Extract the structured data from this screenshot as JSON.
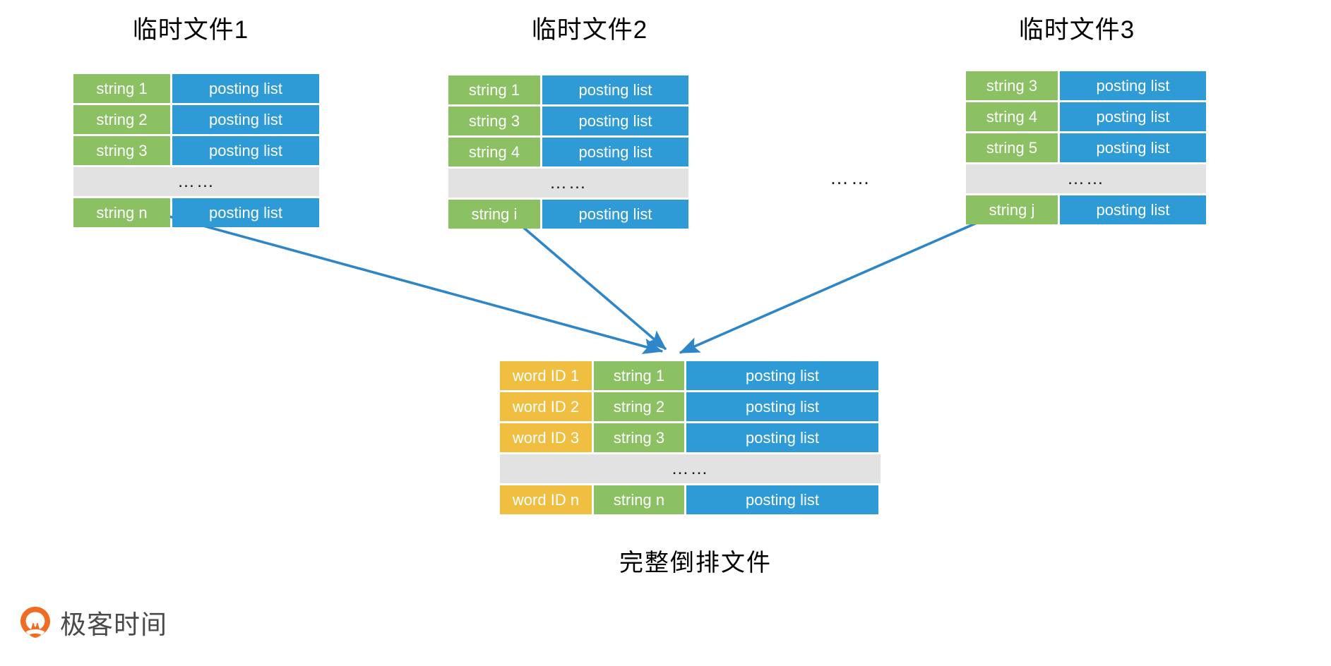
{
  "colors": {
    "green": "#8cc163",
    "blue": "#2e9bd6",
    "yellow": "#f0bf42",
    "ellipsis_bg": "#e2e2e2",
    "arrow": "#2e86c8",
    "logo_orange": "#ef6c22",
    "logo_text": "#4a4a4a",
    "background": "#ffffff"
  },
  "temp_files": [
    {
      "title": "临时文件1",
      "rows": [
        {
          "key": "string 1",
          "value": "posting list"
        },
        {
          "key": "string 2",
          "value": "posting list"
        },
        {
          "key": "string 3",
          "value": "posting list"
        },
        {
          "ellipsis": "……"
        },
        {
          "key": "string n",
          "value": "posting list"
        }
      ]
    },
    {
      "title": "临时文件2",
      "rows": [
        {
          "key": "string 1",
          "value": "posting list"
        },
        {
          "key": "string 3",
          "value": "posting list"
        },
        {
          "key": "string 4",
          "value": "posting list"
        },
        {
          "ellipsis": "……"
        },
        {
          "key": "string i",
          "value": "posting list"
        }
      ]
    },
    {
      "title": "临时文件3",
      "rows": [
        {
          "key": "string 3",
          "value": "posting list"
        },
        {
          "key": "string 4",
          "value": "posting list"
        },
        {
          "key": "string 5",
          "value": "posting list"
        },
        {
          "ellipsis": "……"
        },
        {
          "key": "string j",
          "value": "posting list"
        }
      ]
    }
  ],
  "between_files_ellipsis": "……",
  "merged_file": {
    "caption": "完整倒排文件",
    "rows": [
      {
        "id": "word ID 1",
        "key": "string 1",
        "value": "posting list"
      },
      {
        "id": "word ID 2",
        "key": "string 2",
        "value": "posting list"
      },
      {
        "id": "word ID 3",
        "key": "string 3",
        "value": "posting list"
      },
      {
        "ellipsis": "……"
      },
      {
        "id": "word ID n",
        "key": "string n",
        "value": "posting list"
      }
    ]
  },
  "logo": {
    "text": "极客时间",
    "mark": "location-pin-icon"
  }
}
